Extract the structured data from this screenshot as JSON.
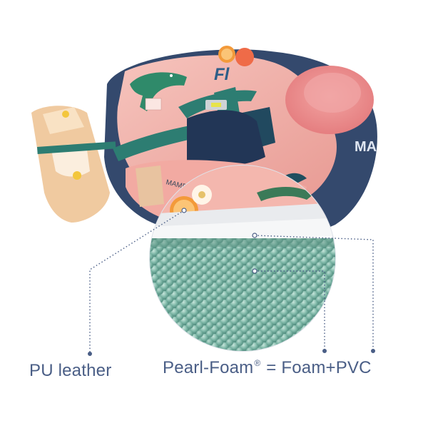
{
  "labels": {
    "pu_leather": "PU leather",
    "pearl_foam_name": "Pearl-Foam",
    "registered_mark": "®",
    "pearl_foam_formula": " = Foam+PVC"
  },
  "product_text": {
    "side_print": "MA",
    "front_print": "Fl"
  },
  "colors": {
    "pink_surface": "#f2b3ad",
    "navy_base": "#34496d",
    "teal_strap": "#2d7d72",
    "tan_pack": "#f0caa0",
    "foam_bead": "#7fb8a8",
    "callout_line": "#4a5e86"
  }
}
